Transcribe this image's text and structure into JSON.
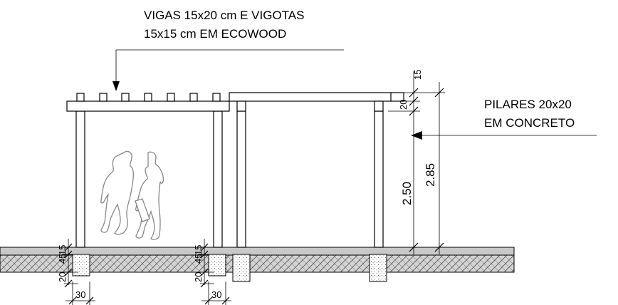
{
  "annotations": {
    "beams_line1": "VIGAS 15x20 cm E VIGOTAS",
    "beams_line2": "15x15 cm EM ECOWOOD",
    "pillars_line1": "PILARES 20x20",
    "pillars_line2": "EM CONCRETO"
  },
  "dimensions": {
    "top_15": "15",
    "top_20": "20",
    "height_250": "2.50",
    "height_285": "2.85",
    "left_15": "15",
    "left_45": "45",
    "left_20": "20",
    "left_30": "30",
    "mid_15": "15",
    "mid_45": "45",
    "mid_20": "20",
    "mid_30": "30"
  },
  "colors": {
    "line": "#000000",
    "ground": "#c8c8c8",
    "figure_fill": "#ffffff",
    "figure_stroke": "#888888"
  }
}
